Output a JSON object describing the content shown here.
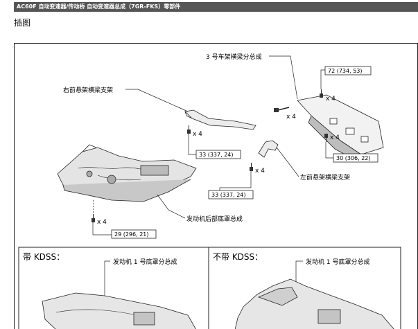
{
  "header": {
    "title": "AC60F 自动变速器/传动桥  自动变速器总成（7GR-FKS）零部件"
  },
  "section": {
    "title": "插图"
  },
  "diagram": {
    "labels": {
      "crossmember": "3 号车架横梁分总成",
      "right_bracket": "右前悬架横梁支架",
      "left_bracket": "左前悬架横梁支架",
      "rear_cover": "发动机后部底罩总成"
    },
    "torques": {
      "t1": "72 (734, 53)",
      "t2": "30 (306, 22)",
      "t3": "33 (337, 24)",
      "t4": "33 (337, 24)",
      "t5": "29 (296, 21)"
    },
    "qty": {
      "q1": "x 4",
      "q2": "x 4",
      "q3": "x 4",
      "q4": "x 4",
      "q5": "x 4"
    },
    "panels": {
      "left": {
        "title": "带 KDSS：",
        "label": "发动机 1 号底罩分总成"
      },
      "right": {
        "title": "不带 KDSS：",
        "label": "发动机 1 号底罩分总成"
      }
    }
  }
}
